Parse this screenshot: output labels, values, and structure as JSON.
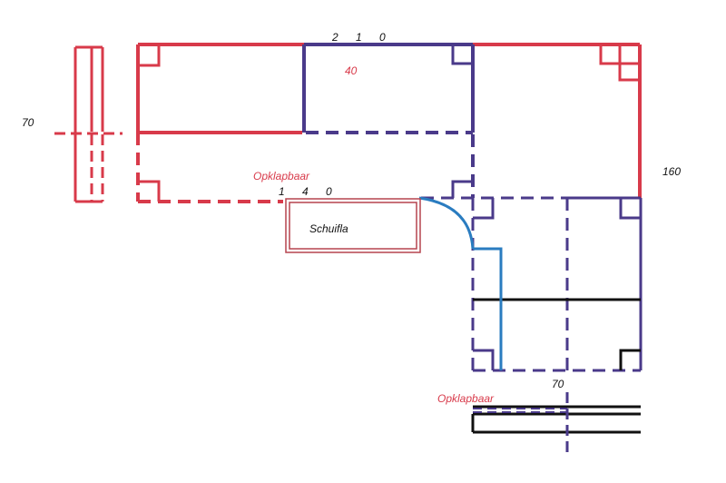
{
  "colors": {
    "red": "#d83a4a",
    "purple": "#4a3a8a",
    "blue": "#2a7cc0",
    "black": "#111111"
  },
  "labels": {
    "top_width": "2 1 0",
    "top_depth": "40",
    "left_depth": "70",
    "right_height": "160",
    "fold_top": "Opklapbaar",
    "mid_width": "1 4 0",
    "drawer": "Schuifla",
    "bottom_depth": "70",
    "fold_bottom": "Opklapbaar"
  }
}
